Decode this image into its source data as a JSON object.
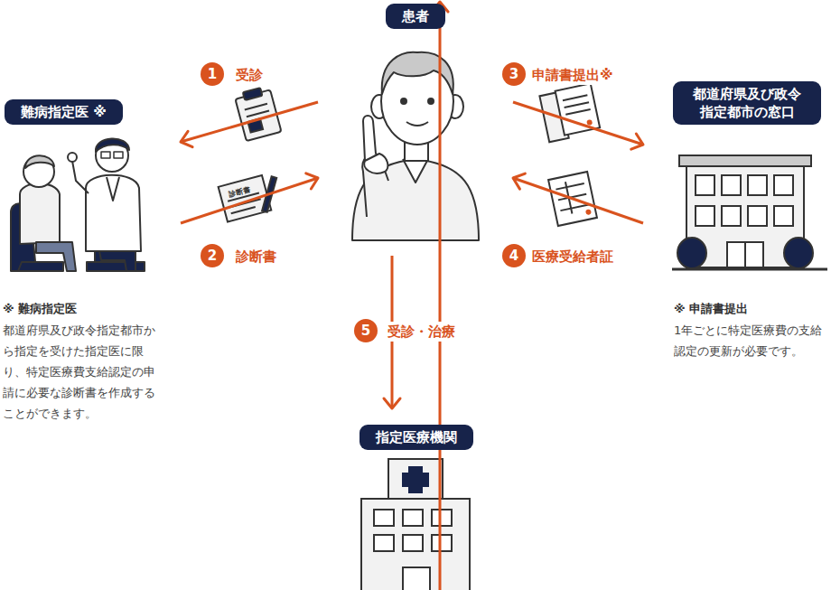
{
  "diagram": {
    "nodes": [
      {
        "text": [
          "患者"
        ]
      },
      {
        "text": [
          "難病指定医 ※"
        ]
      },
      {
        "text": [
          "都道府県及び政令指定都市の窓口"
        ]
      },
      {
        "text": [
          "指定医療機関"
        ]
      }
    ],
    "edges": [
      {
        "from": 0,
        "to": 1,
        "label": "受診",
        "arrow": "to"
      },
      {
        "from": 1,
        "to": 0,
        "label": "診断書",
        "arrow": "to"
      },
      {
        "from": 0,
        "to": 2,
        "label": "申請書提出※",
        "arrow": "to"
      },
      {
        "from": 2,
        "to": 0,
        "label": "医療受給者証",
        "arrow": "to"
      },
      {
        "from": 0,
        "to": 3,
        "label": "受診・治療",
        "arrow": "to"
      },
      {
        "from": 3,
        "to": 0,
        "arrow": "to"
      }
    ],
    "labels": [
      "1",
      "2",
      "3",
      "4",
      "5",
      "※ 難病指定医",
      "都道府県及び政令指定都市から指定を受けた指定医に限り、特定医療費支給認定の申請に必要な診断書を作成することができます。",
      "※ 申請書提出",
      "1年ごとに特定医療費の支給認定の更新が必要です。",
      "診断書"
    ]
  }
}
